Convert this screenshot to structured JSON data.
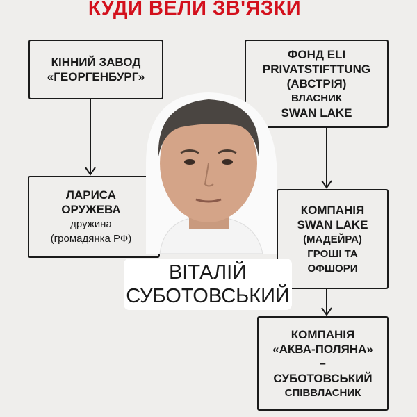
{
  "title": "КУДИ ВЕЛИ ЗВ'ЯЗКИ",
  "person": {
    "first_name": "ВІТАЛІЙ",
    "last_name": "СУБОТОВСЬКИЙ"
  },
  "nodes": {
    "stud_farm": {
      "line1": "КІННИЙ ЗАВОД",
      "line2": "«ГЕОРГЕНБУРГ»"
    },
    "fund": {
      "line1": "ФОНД ELI",
      "line2": "PRIVATSTIFTTUNG",
      "line3": "(АВСТРІЯ)",
      "line4": "ВЛАСНИК",
      "line5": "SWAN LAKE"
    },
    "wife": {
      "line1": "ЛАРИСА",
      "line2": "ОРУЖЕВА",
      "line3": "дружина",
      "line4": "(громадянка РФ)"
    },
    "swan_lake": {
      "line1": "КОМПАНІЯ",
      "line2": "SWAN LAKE",
      "line3": "(МАДЕЙРА)",
      "line4": "ГРОШІ ТА",
      "line5": "ОФШОРИ"
    },
    "akva": {
      "line1": "КОМПАНІЯ",
      "line2": "«АКВА-ПОЛЯНА»",
      "line3": "–",
      "line4": "СУБОТОВСЬКИЙ",
      "line5": "СПІВВЛАСНИК"
    }
  },
  "colors": {
    "title": "#d3101c",
    "background": "#efeeec",
    "line": "#1a1a1a"
  }
}
